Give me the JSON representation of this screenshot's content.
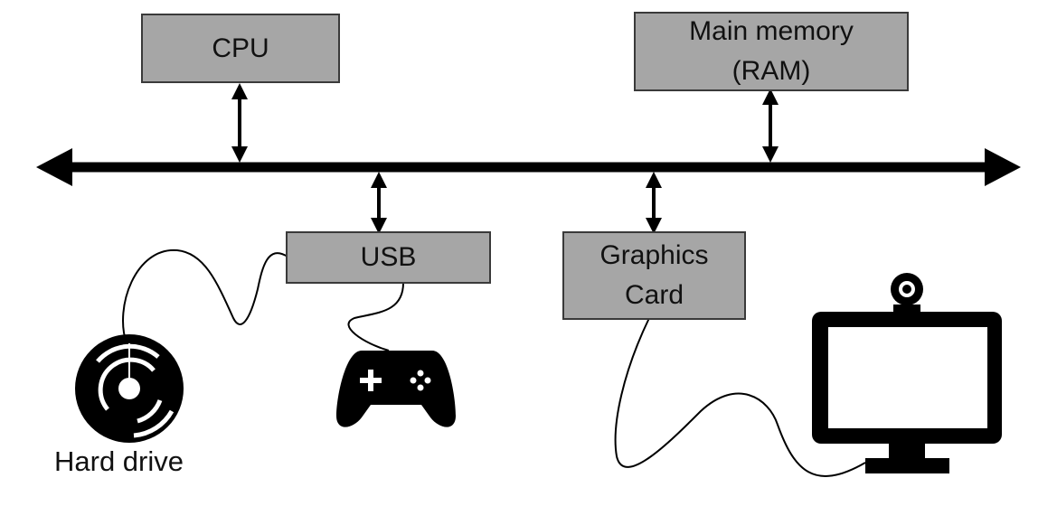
{
  "components": {
    "cpu": "CPU",
    "memory_line1": "Main memory",
    "memory_line2": "(RAM)",
    "usb": "USB",
    "graphics_line1": "Graphics",
    "graphics_line2": "Card"
  },
  "devices": {
    "hard_drive_label": "Hard drive",
    "gamepad_icon": "gamepad-icon",
    "monitor_icon": "monitor-icon",
    "webcam_icon": "webcam-icon",
    "disc_icon": "hard-drive-disc-icon"
  },
  "colors": {
    "box_fill": "#a6a6a6",
    "box_border": "#3a3a3a",
    "bus": "#000000"
  }
}
